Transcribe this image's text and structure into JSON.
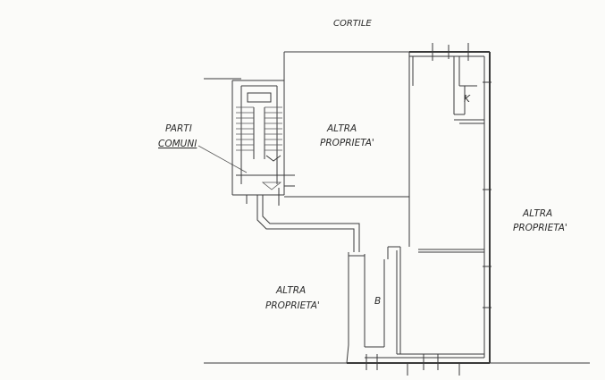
{
  "labels": {
    "courtyard": "CORTILE",
    "common_parts_line1": "PARTI",
    "common_parts_line2": "COMUNI",
    "other_property_top_line1": "ALTRA",
    "other_property_top_line2": "PROPRIETA'",
    "other_property_right_line1": "ALTRA",
    "other_property_right_line2": "PROPRIETA'",
    "other_property_bottom_line1": "ALTRA",
    "other_property_bottom_line2": "PROPRIETA'",
    "room_k": "K",
    "room_b": "B"
  }
}
